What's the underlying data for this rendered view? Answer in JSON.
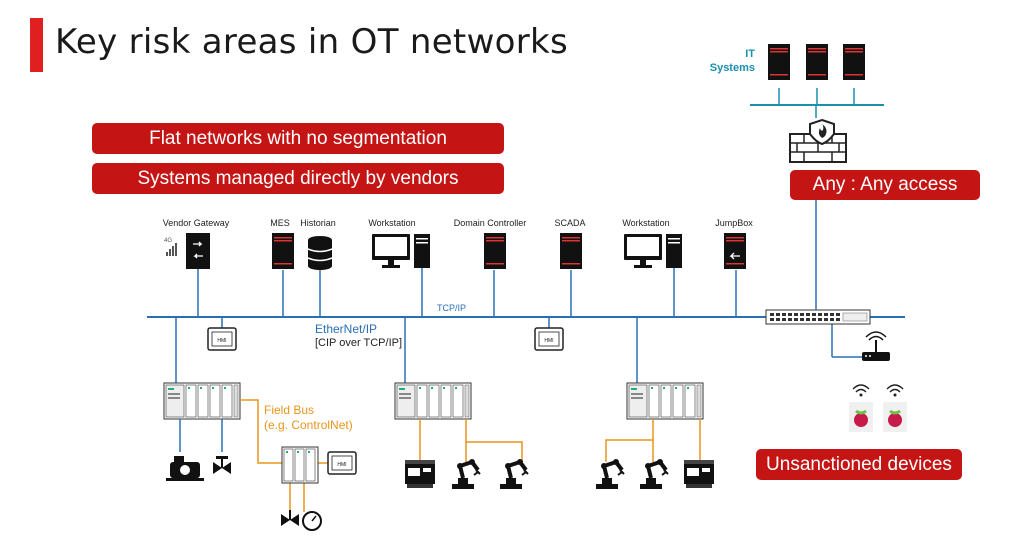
{
  "title": "Key risk areas in OT networks",
  "risks": {
    "flat": "Flat networks with no segmentation",
    "vendors": "Systems managed directly by vendors",
    "any_access": "Any : Any access",
    "unsanctioned": "Unsanctioned devices"
  },
  "nodes": {
    "vendor_gateway": "Vendor Gateway",
    "mes": "MES",
    "historian": "Historian",
    "workstation1": "Workstation",
    "domain_controller": "Domain Controller",
    "scada": "SCADA",
    "workstation2": "Workstation",
    "jumpbox": "JumpBox",
    "signal_label": "4G"
  },
  "network": {
    "tcpip": "TCP/IP",
    "ethernet_ip": "EtherNet/IP",
    "cip": "[CIP over TCP/IP]",
    "field_bus_line1": "Field Bus",
    "field_bus_line2": "(e.g. ControlNet)"
  },
  "it_systems": {
    "line1": "IT",
    "line2": "Systems"
  },
  "hmi_label": "HMI",
  "colors": {
    "accent_red": "#c41414",
    "title_bar": "#e02020",
    "network_blue": "#2a6fb5",
    "field_bus_orange": "#e8951c",
    "it_teal": "#1a8fb0"
  }
}
